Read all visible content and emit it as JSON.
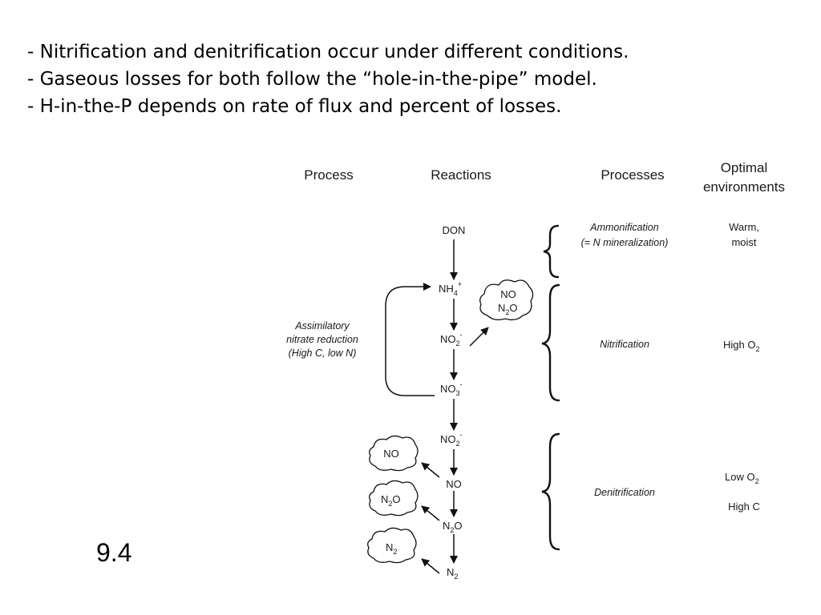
{
  "bullets": [
    "- Nitrification and denitrification occur under different conditions.",
    "- Gaseous losses for both follow the “hole-in-the-pipe” model.",
    "- H-in-the-P depends on rate of flux and percent of losses."
  ],
  "slide_number": "9.4",
  "diagram": {
    "headers": {
      "process": "Process",
      "reactions": "Reactions",
      "processes": "Processes",
      "optimal_line1": "Optimal",
      "optimal_line2": "environments"
    },
    "species": {
      "don": "DON",
      "nh4_base": "NH",
      "nh4_sub": "4",
      "nh4_sup": "+",
      "no2_base": "NO",
      "no2_sub": "2",
      "no2_sup": "-",
      "no3_base": "NO",
      "no3_sub": "3",
      "no3_sup": "-",
      "no2b_base": "NO",
      "no2b_sub": "2",
      "no2b_sup": "-",
      "no": "NO",
      "n2o_n": "N",
      "n2o_sub": "2",
      "n2o_o": "O",
      "n2_n": "N",
      "n2_sub": "2"
    },
    "clouds": {
      "nitrif_line1": "NO",
      "nitrif_n": "N",
      "nitrif_sub": "2",
      "nitrif_o": "O",
      "no": "NO",
      "n2o_n": "N",
      "n2o_sub": "2",
      "n2o_o": "O",
      "n2_n": "N",
      "n2_sub": "2"
    },
    "assimilatory": {
      "line1": "Assimilatory",
      "line2": "nitrate reduction",
      "line3": "(High C, low N)"
    },
    "processes": {
      "ammonification_line1": "Ammonification",
      "ammonification_line2": "(= N mineralization)",
      "nitrification": "Nitrification",
      "denitrification": "Denitrification"
    },
    "environments": {
      "ammonification_line1": "Warm,",
      "ammonification_line2": "moist",
      "nitrification_base": "High O",
      "nitrification_sub": "2",
      "denitrification_line1_base": "Low O",
      "denitrification_line1_sub": "2",
      "denitrification_line2": "High C"
    }
  }
}
